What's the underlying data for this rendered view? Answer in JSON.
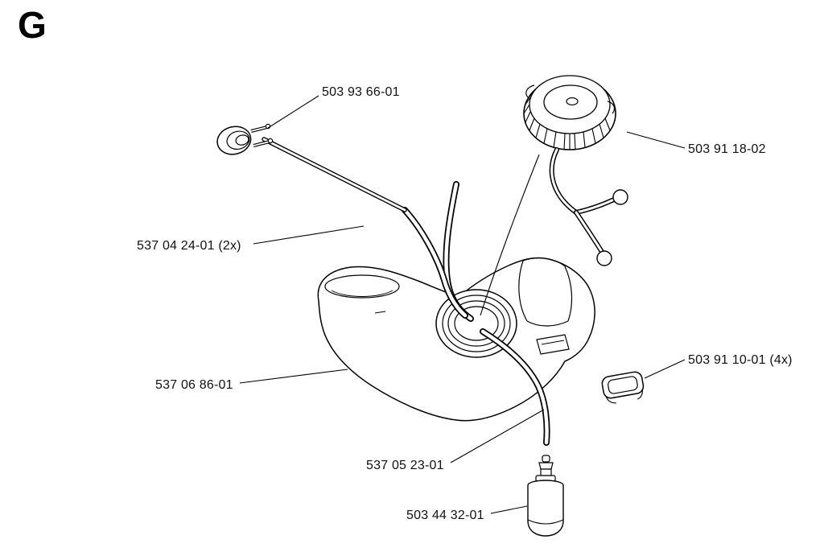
{
  "page": {
    "section_letter": "G",
    "background_color": "#ffffff",
    "line_color": "#000000"
  },
  "labels": [
    {
      "text": "503 93 66-01"
    },
    {
      "text": "503 91 18-02"
    },
    {
      "text": "537 04 24-01 (2x)"
    },
    {
      "text": "537 06 86-01"
    },
    {
      "text": "503 91 10-01 (4x)"
    },
    {
      "text": "537 05 23-01"
    },
    {
      "text": "503 44 32-01"
    }
  ]
}
